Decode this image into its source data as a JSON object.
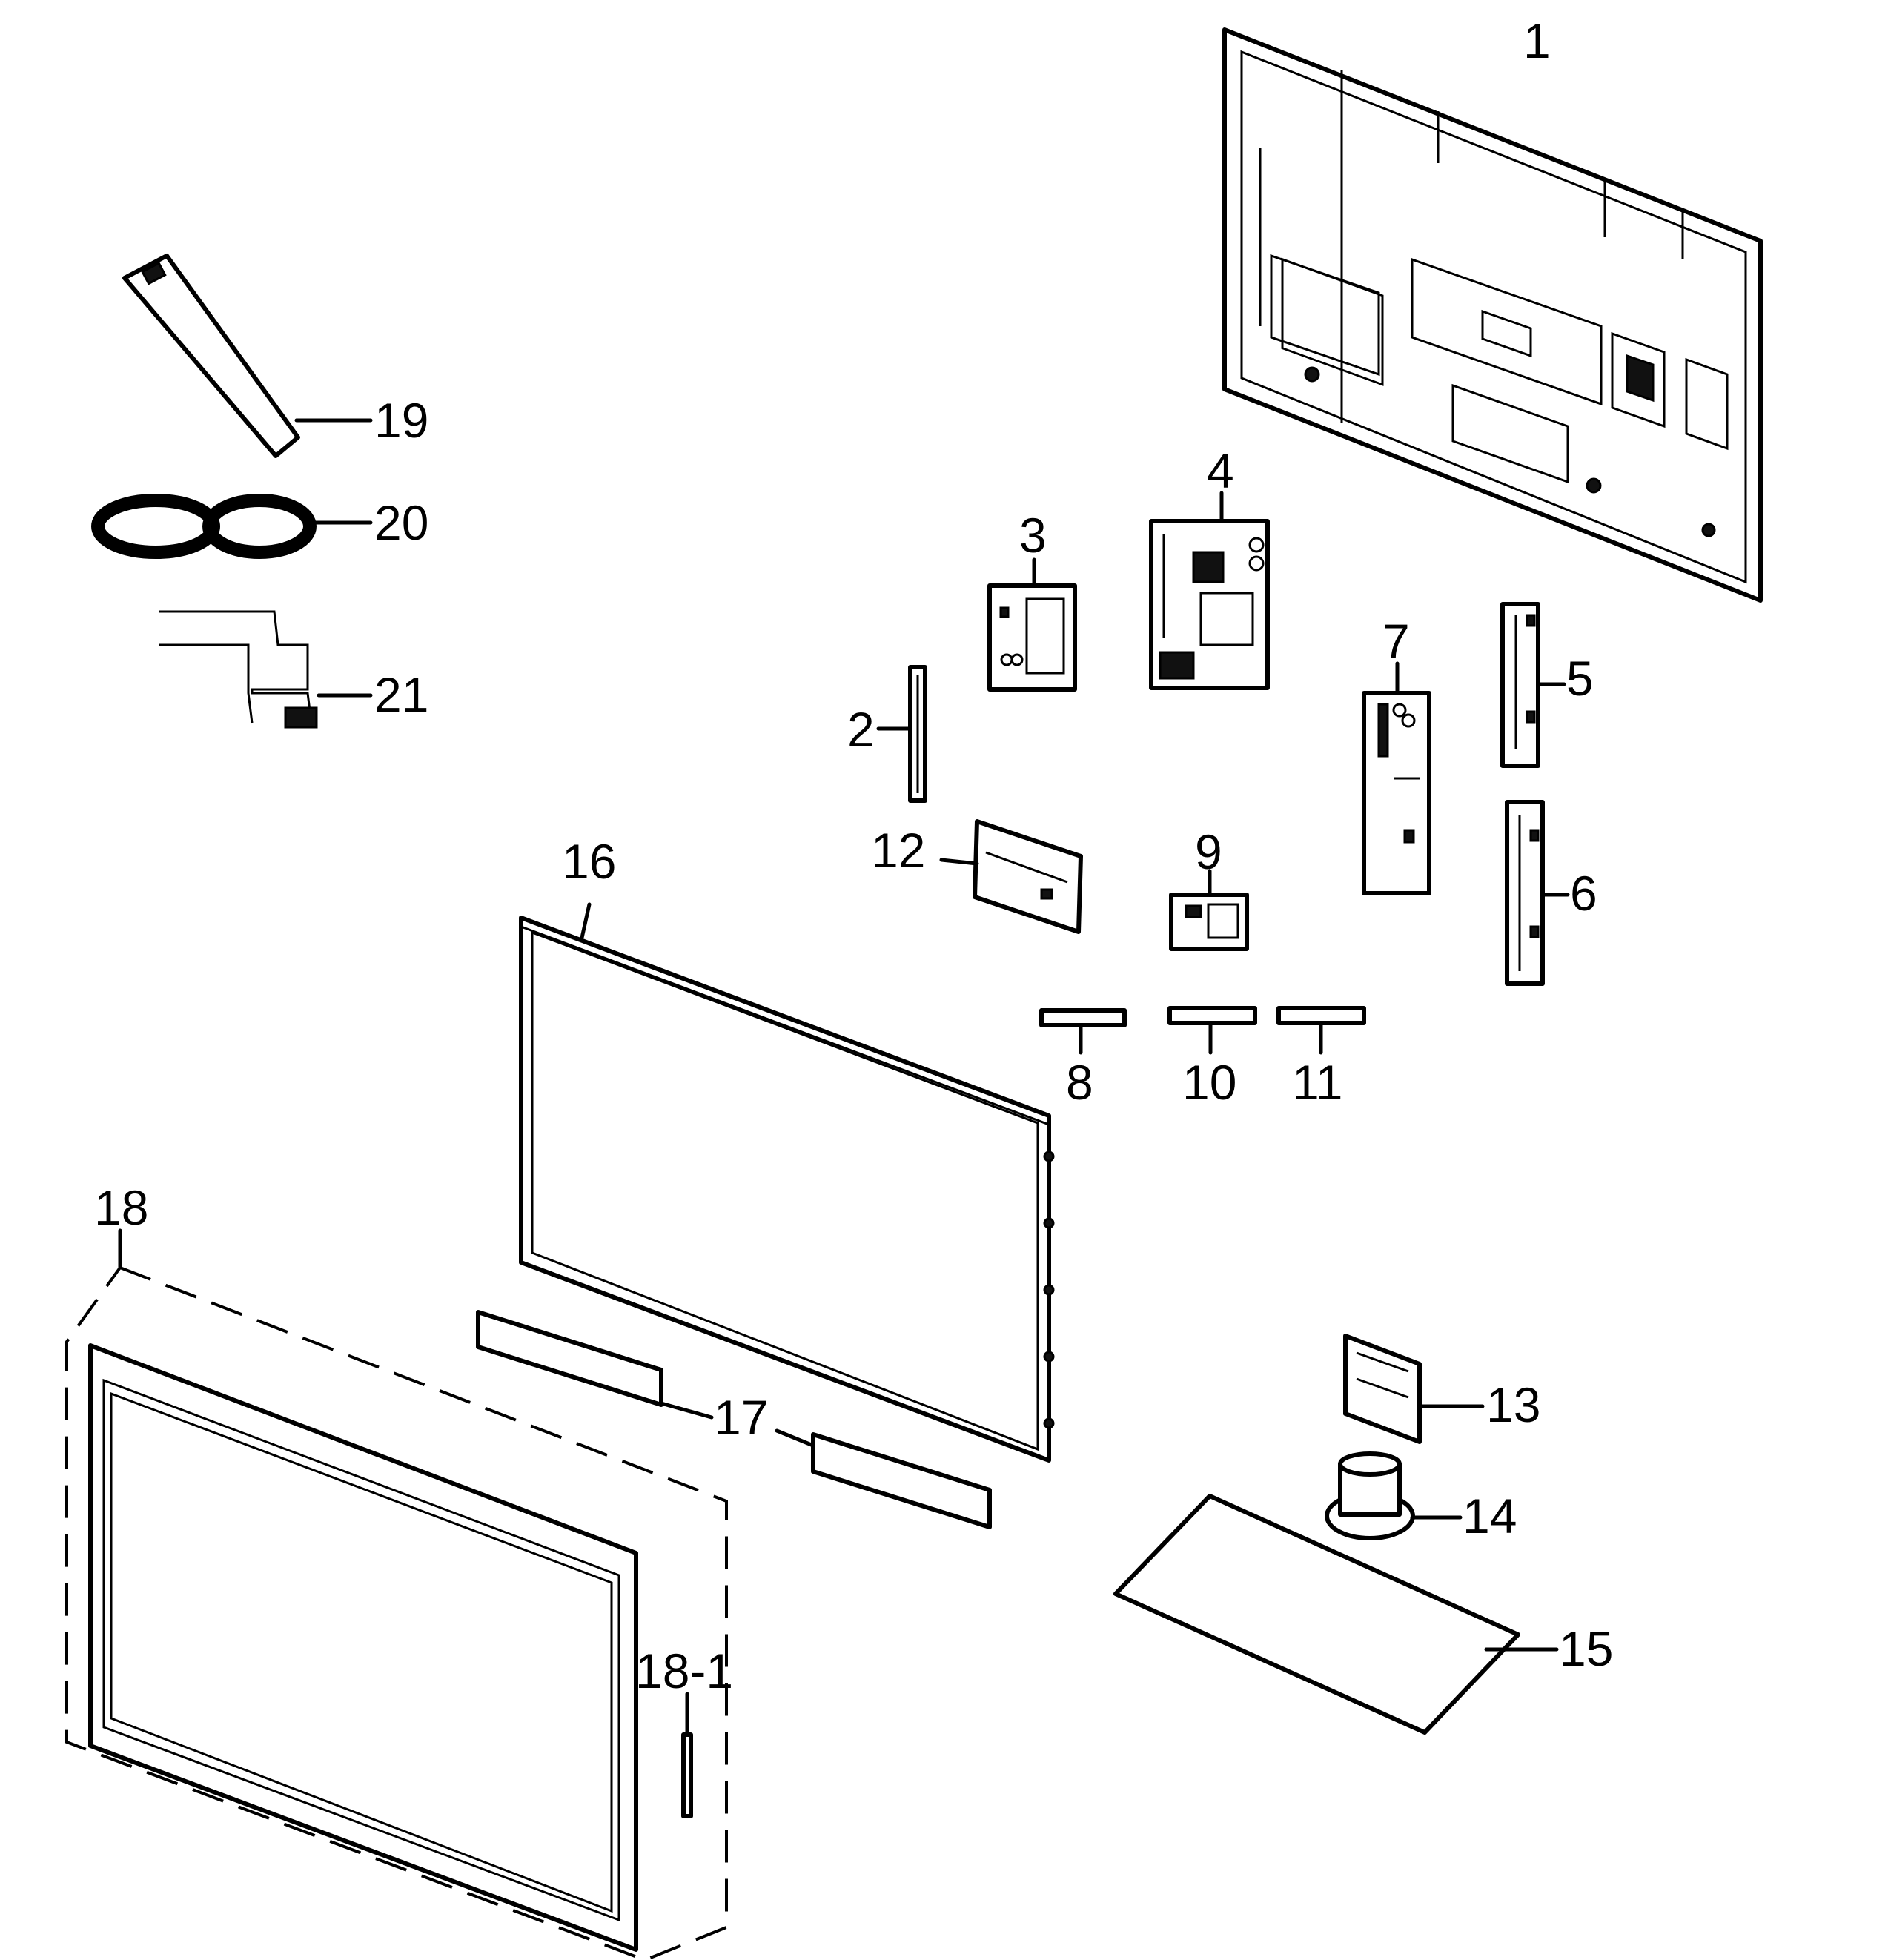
{
  "diagram": {
    "labels": {
      "p1": "1",
      "p2": "2",
      "p3": "3",
      "p4": "4",
      "p5": "5",
      "p6": "6",
      "p7": "7",
      "p8": "8",
      "p9": "9",
      "p10": "10",
      "p11": "11",
      "p12": "12",
      "p13": "13",
      "p14": "14",
      "p15": "15",
      "p16": "16",
      "p17": "17",
      "p18": "18",
      "p18_1": "18-1",
      "p19": "19",
      "p20": "20",
      "p21": "21"
    }
  }
}
